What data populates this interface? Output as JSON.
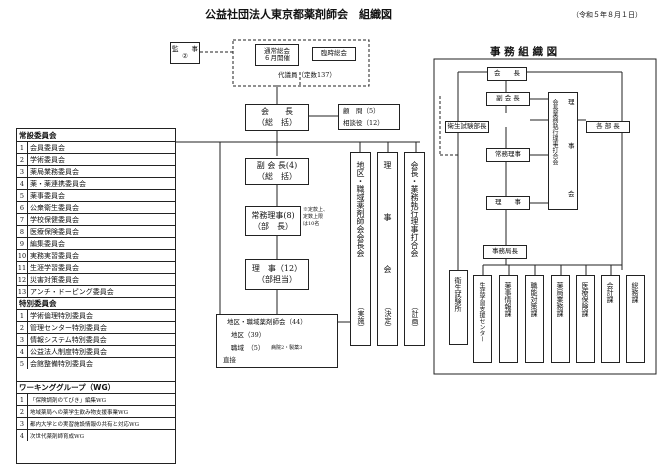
{
  "title": "公益社団法人東京都薬剤師会　組織図",
  "date": "（令和５年８月１日）",
  "kansa": {
    "label": "監　　事",
    "count": "②"
  },
  "general": {
    "regular": "通常総会",
    "regular_sub": "６月開催",
    "extra": "臨時総会",
    "delegates": "代議員（定数137）"
  },
  "president": {
    "title": "会　　長",
    "sub": "（総　括）"
  },
  "advisors": {
    "komon": "顧　問（5）",
    "sodanyaku": "相談役（12）"
  },
  "vice": {
    "title": "副 会 長(4)",
    "sub": "（総　括）"
  },
  "executive": {
    "title": "常務理事(8)",
    "sub": "（部　長）",
    "note1": "※定款上、",
    "note2": "定数上限",
    "note3": "は10名"
  },
  "directors": {
    "title": "理　事（12）",
    "sub": "（部担当）"
  },
  "branches": {
    "line1": "地区・職域薬剤師会（44）",
    "line2": "地区（39）",
    "line3": "職域　（5）",
    "line3b": "病院2・製薬3",
    "line4": "直接"
  },
  "vertical_boxes": {
    "chiku": "地区・職域薬剤師会会長会",
    "chiku_sub": "（実施）",
    "riji": "理事会",
    "riji_sub": "（決定）",
    "gyomu": "会長・業務執行理事打合会",
    "gyomu_sub": "（計画）"
  },
  "committees": {
    "standing_header": "常設委員会",
    "standing": [
      "会員委員会",
      "学術委員会",
      "薬局業務委員会",
      "薬・薬連携委員会",
      "薬事委員会",
      "公衆衛生委員会",
      "学校保健委員会",
      "医療保険委員会",
      "編集委員会",
      "実務実習委員会",
      "生涯学習委員会",
      "災害対策委員会",
      "アンチ・ドーピング委員会"
    ],
    "special_header": "特別委員会",
    "special": [
      "学術倫理特別委員会",
      "管理センター特別委員会",
      "情報システム特別委員会",
      "公益法人制度特別委員会",
      "会館整備特別委員会"
    ],
    "wg_header": "ワーキンググループ（WG）",
    "wg": [
      "「保険調剤のてびき」編集WG",
      "地域薬局への薬学生飲み物支援事業WG",
      "都内大学との実習施設情報の共有と対応WG",
      "次世代薬剤師育成WG"
    ]
  },
  "office": {
    "title": "事 務 組 織 図",
    "president": "会　　長",
    "vice": "副 会 長",
    "executive": "常務理事",
    "director": "理　　事",
    "board_vertical": "会長業務執行理事打合会",
    "board_top": "理",
    "board_mid": "事",
    "board_bottom": "会",
    "lab_left": "衛生試験部長",
    "depts_left": "各 部 長",
    "secretary": "事務局長",
    "departments": [
      "衛生試験所",
      "生涯学習支援センター",
      "薬事情報課",
      "職能対策課",
      "薬局業務課",
      "医療保険課",
      "会計課",
      "総務課"
    ]
  }
}
